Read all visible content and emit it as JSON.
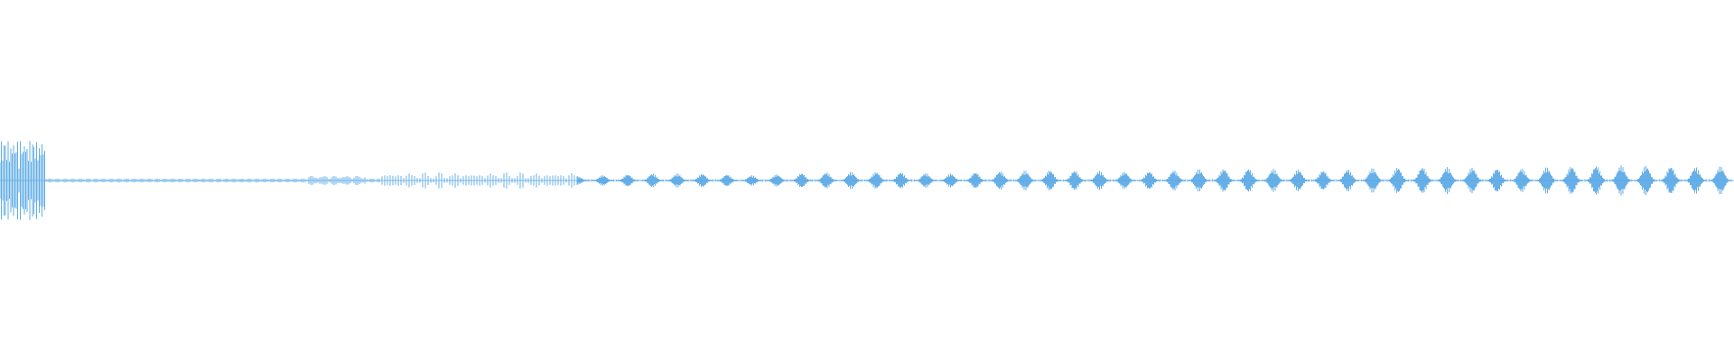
{
  "waveform": {
    "color": "#5aa9e6",
    "background": "#ffffff",
    "segments": [
      {
        "name": "initial-burst",
        "amplitude": 0.72,
        "density": "dense"
      },
      {
        "name": "quiet-tail",
        "amplitude": 0.03,
        "density": "sparse"
      },
      {
        "name": "soft-pulses",
        "amplitude": 0.12,
        "density": "medium"
      },
      {
        "name": "regular-pulses",
        "amplitude": 0.28,
        "density": "regular"
      }
    ]
  }
}
